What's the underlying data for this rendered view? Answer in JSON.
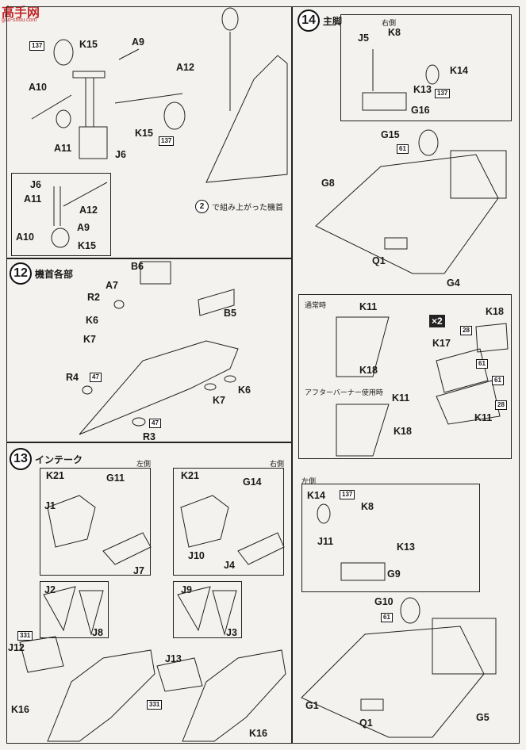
{
  "watermark": {
    "name": "高手网",
    "url": "gao-shou.com"
  },
  "steps": [
    {
      "num": "14",
      "title": "主脚"
    },
    {
      "num": "12",
      "title": "機首各部"
    },
    {
      "num": "13",
      "title": "インテーク"
    }
  ],
  "notes": {
    "nose_assembled": "で組み上がった機首",
    "nose_ref_num": "2",
    "right_side": "右側",
    "left_side": "左側",
    "normal_state": "通常時",
    "afterburner_state": "アフターバーナー使用時",
    "times_two": "×2"
  },
  "part_labels": {
    "nose_gear": [
      "K15",
      "A9",
      "A12",
      "A10",
      "A11",
      "K15",
      "J6"
    ],
    "nose_gear_sub": [
      "J6",
      "A11",
      "A12",
      "A10",
      "A9",
      "K15"
    ],
    "step12": [
      "B6",
      "A7",
      "R2",
      "K6",
      "K7",
      "R4",
      "B5",
      "K6",
      "K7",
      "R3"
    ],
    "step13": [
      "K21",
      "G11",
      "J1",
      "J7",
      "J2",
      "J8",
      "J12",
      "K16",
      "K21",
      "G14",
      "J10",
      "J4",
      "J9",
      "J3",
      "J13",
      "K16"
    ],
    "step14": [
      "J5",
      "K8",
      "K14",
      "K13",
      "G16",
      "G15",
      "G8",
      "Q1",
      "G4",
      "K11",
      "K18",
      "K17",
      "K11",
      "K18",
      "K11",
      "K14",
      "K8",
      "J11",
      "K13",
      "G9",
      "G10",
      "G1",
      "Q1",
      "G5"
    ]
  },
  "badges": {
    "c137": "137",
    "c61": "61",
    "c47": "47",
    "c331": "331",
    "c28": "28"
  }
}
